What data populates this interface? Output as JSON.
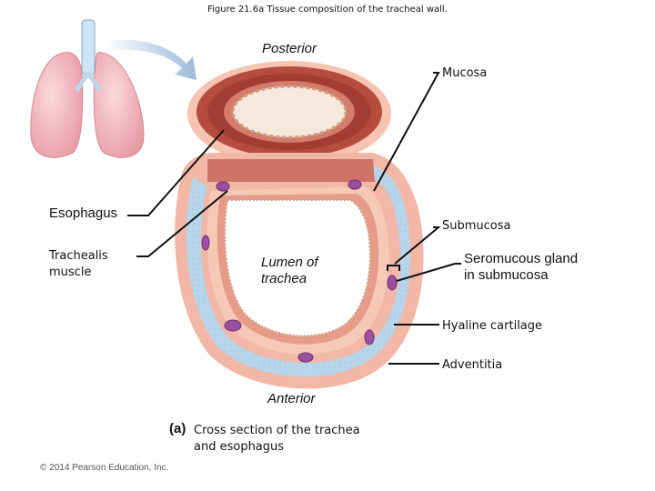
{
  "figure_title": "Figure 21.6a Tissue composition of the tracheal wall.",
  "labels": {
    "posterior": "Posterior",
    "anterior": "Anterior",
    "mucosa": "Mucosa",
    "esophagus": "Esophagus",
    "trachealis_muscle": "Trachealis\nmuscle",
    "submucosa": "Submucosa",
    "lumen": "Lumen of\ntrachea",
    "seromucous_gland": "Seromucous gland\nin submucosa",
    "hyaline_cartilage": "Hyaline cartilage",
    "adventitia": "Adventitia"
  },
  "caption": {
    "letter": "(a)",
    "text": "Cross section of the trachea\nand esophagus"
  },
  "copyright": "© 2014 Pearson Education, Inc.",
  "colors": {
    "cartilage": "#b8d6ea",
    "mucosa_pink": "#f2b7a6",
    "muscle": "#b54a3f",
    "gland": "#9b4fa0",
    "lung": "#f0b8c0",
    "arrow": "#a8c4de"
  }
}
